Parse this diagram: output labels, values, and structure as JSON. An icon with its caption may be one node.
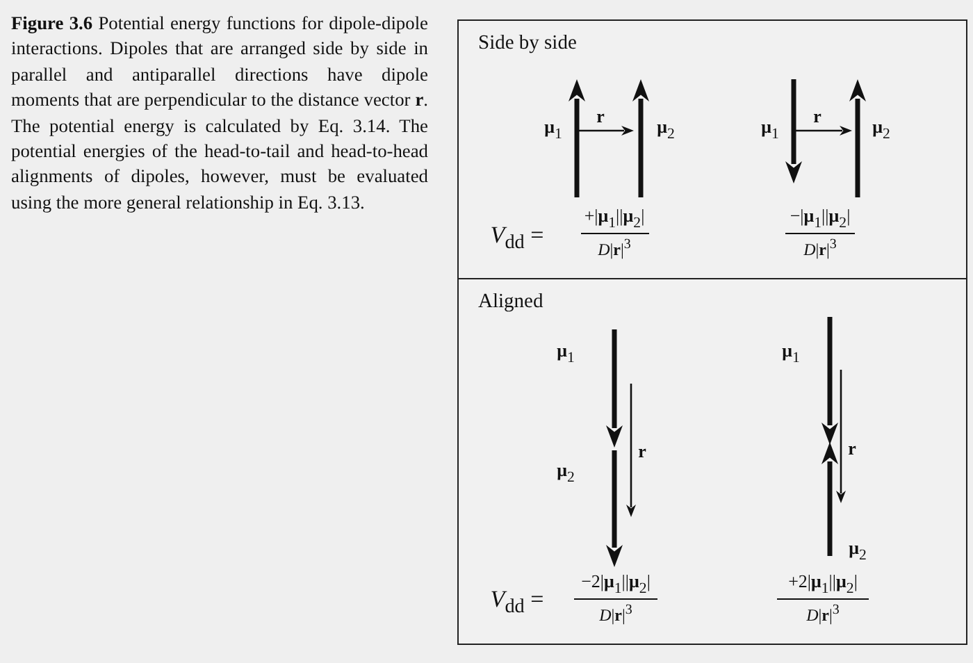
{
  "diagram": {
    "caption": "**Figure 3.6** Potential energy functions for dipole-dipole interactions. Dipoles that are arranged side by side in parallel and antiparallel directions have dipole moments that are perpendicular to the distance vector **r**. The potential energy is calculated by Eq. 3.14. The potential energies of the head-to-tail and head-to-head alignments of dipoles, however, must be evaluated using the more general relationship in Eq. 3.13.",
    "nodes": [
      {
        "text": [
          "Side by side"
        ]
      },
      {
        "text": [
          "Aligned"
        ]
      }
    ],
    "labels": [
      "**μ**$_{1}$",
      "**r**",
      "**μ**$_{2}$",
      "**μ**$_{1}$",
      "**r**",
      "**μ**$_{2}$",
      "*V*$_{dd}$ =",
      "+|**μ**$_{1}$||**μ**$_{2}$|",
      "*D*|**r**|$^{3}$",
      "−|**μ**$_{1}$||**μ**$_{2}$|",
      "*D*|**r**|$^{3}$",
      "**μ**$_{1}$",
      "**μ**$_{1}$",
      "**r**",
      "**r**",
      "**μ**$_{2}$",
      "**μ**$_{2}$",
      "*V*$_{dd}$ =",
      "−2|**μ**$_{1}$||**μ**$_{2}$|",
      "*D*|**r**|$^{3}$",
      "+2|**μ**$_{1}$||**μ**$_{2}$|",
      "*D*|**r**|$^{3}$"
    ]
  }
}
